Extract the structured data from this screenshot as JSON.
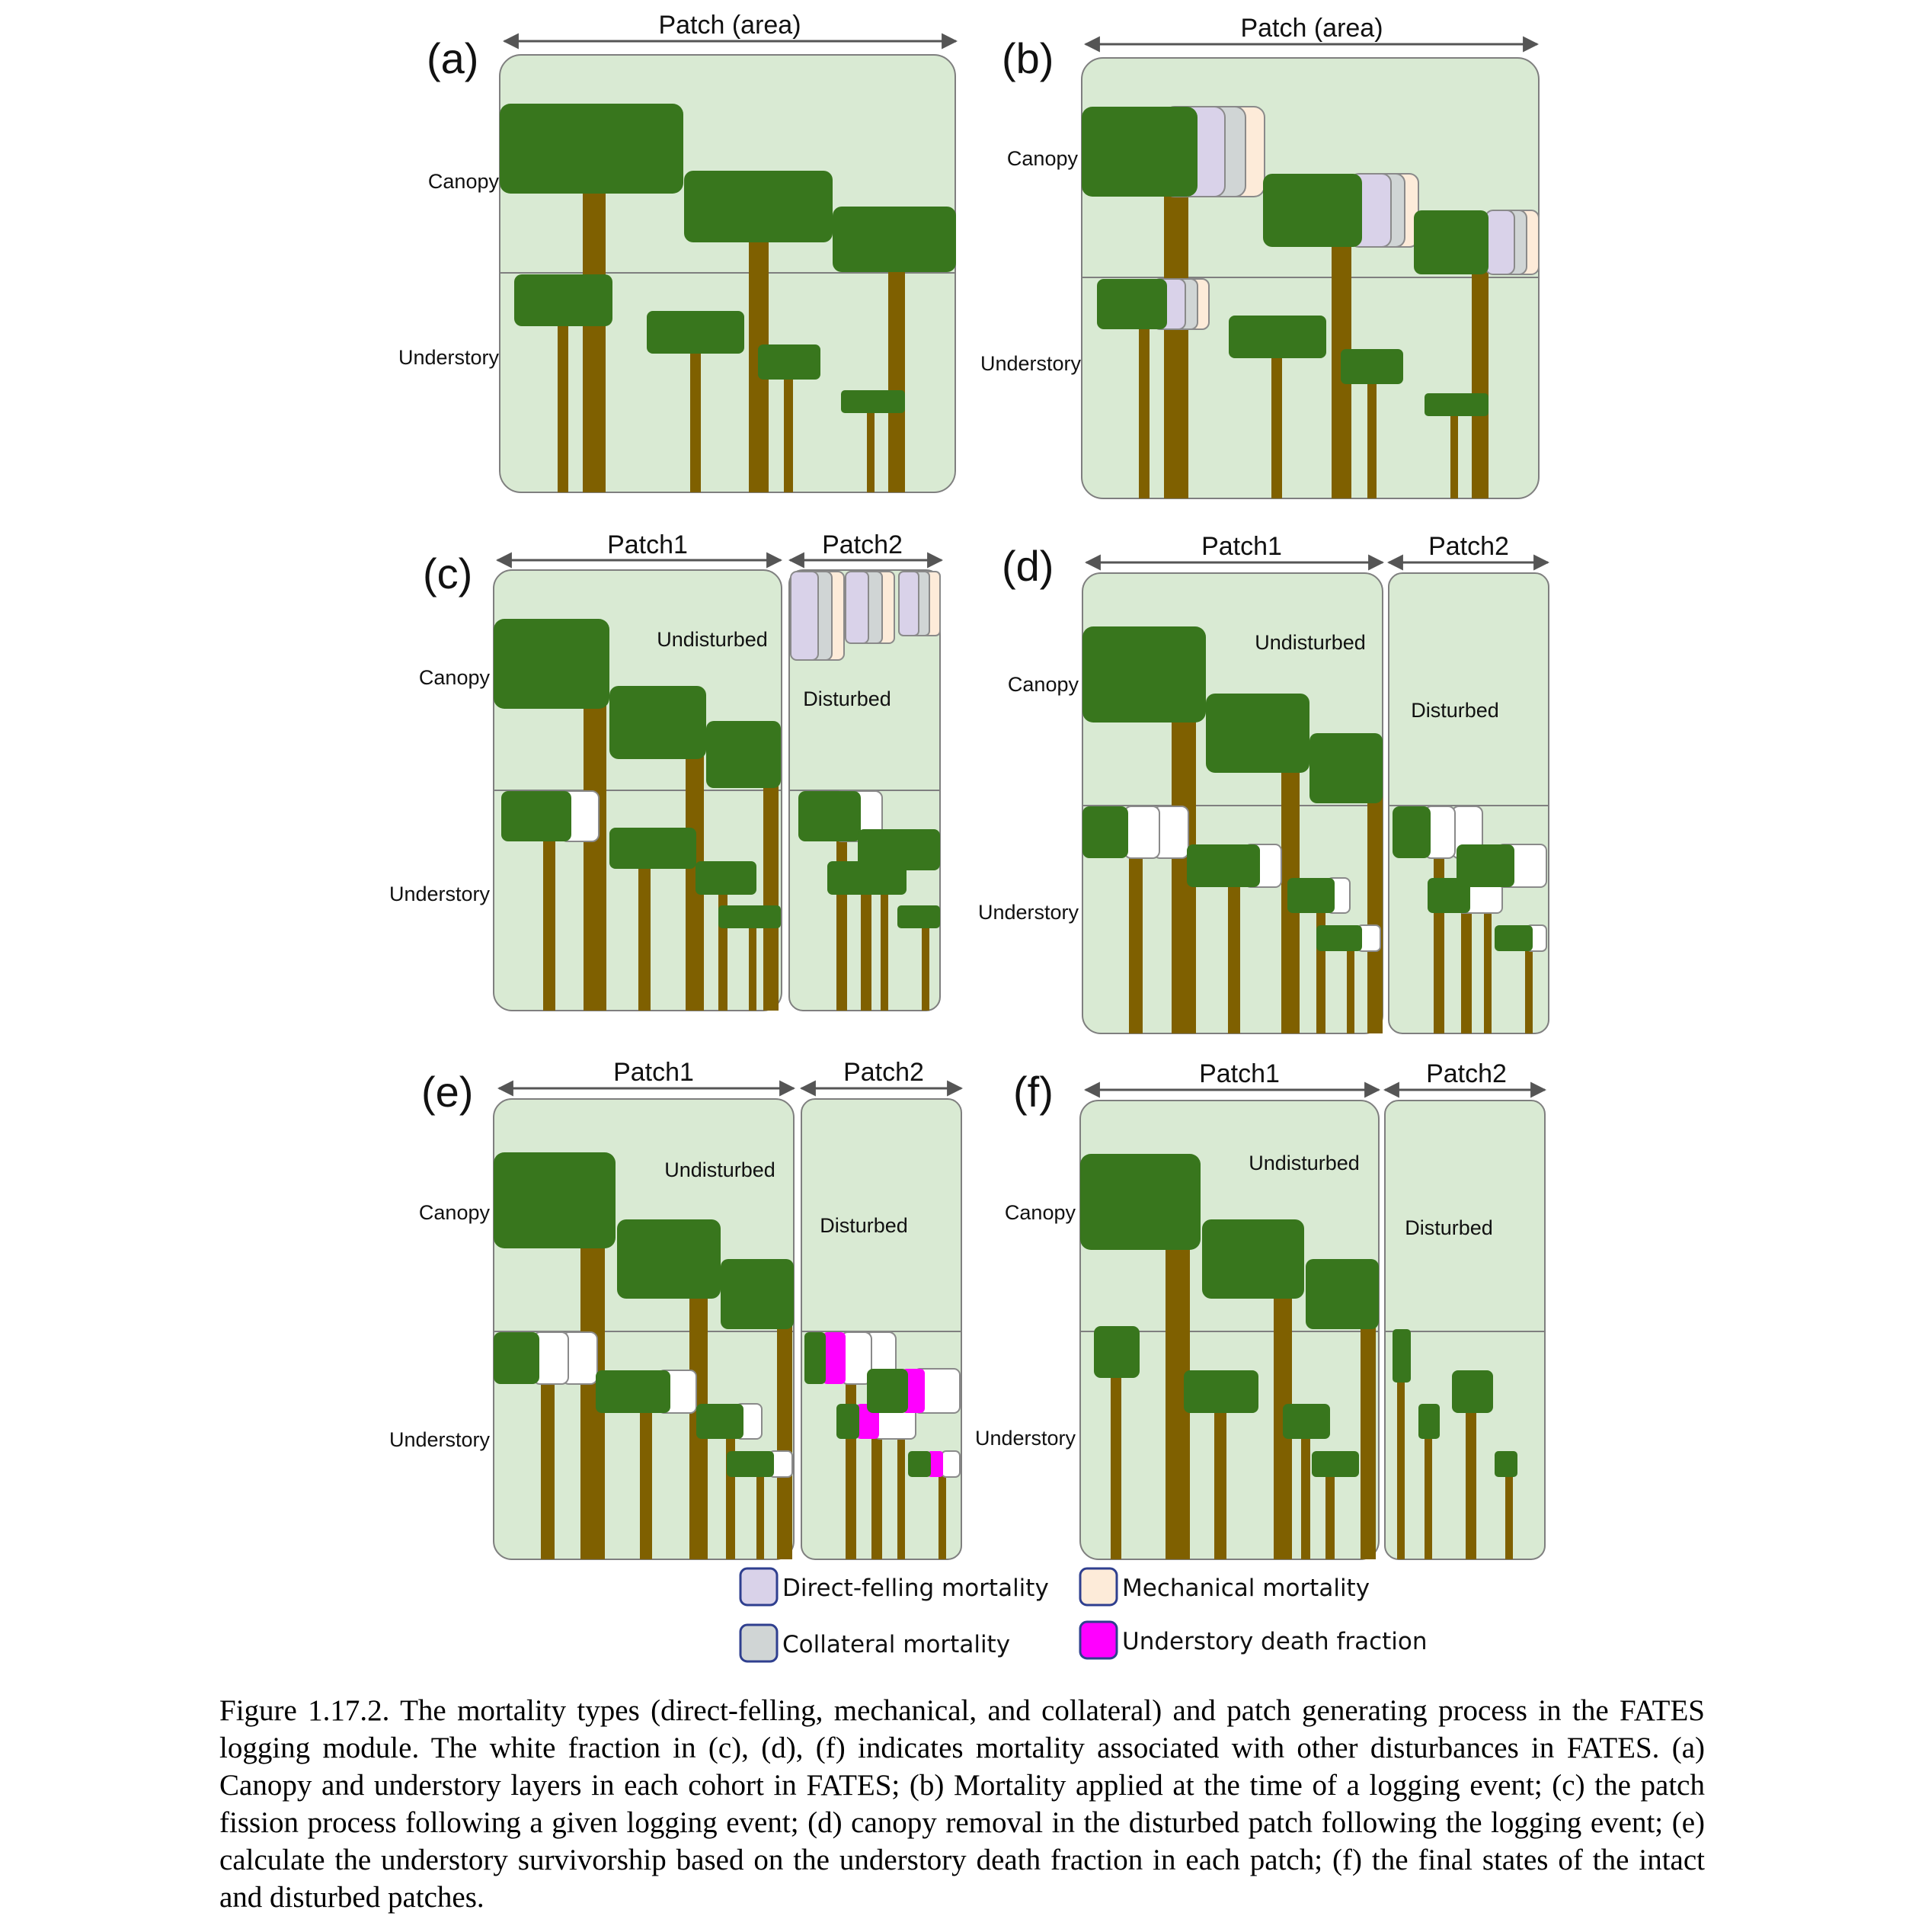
{
  "colors": {
    "patch_fill": "#d9ead3",
    "patch_stroke": "#7f7f7f",
    "canopy": "#38761d",
    "trunk": "#7f6000",
    "direct_felling": "#d9d2e9",
    "collateral": "#d0d5d5",
    "mechanical": "#fdebd9",
    "other_disturbance": "#ffffff",
    "understory_death": "#ff00ff",
    "legend_border": "#2f3f8f"
  },
  "panels": {
    "a": {
      "letter": "(a)",
      "header": "Patch (area)",
      "canopy_label": "Canopy",
      "understory_label": "Understory"
    },
    "b": {
      "letter": "(b)",
      "header": "Patch (area)",
      "canopy_label": "Canopy",
      "understory_label": "Understory"
    },
    "c": {
      "letter": "(c)",
      "header1": "Patch1",
      "header2": "Patch2",
      "undisturbed": "Undisturbed",
      "disturbed": "Disturbed",
      "canopy_label": "Canopy",
      "understory_label": "Understory"
    },
    "d": {
      "letter": "(d)",
      "header1": "Patch1",
      "header2": "Patch2",
      "undisturbed": "Undisturbed",
      "disturbed": "Disturbed",
      "canopy_label": "Canopy",
      "understory_label": "Understory"
    },
    "e": {
      "letter": "(e)",
      "header1": "Patch1",
      "header2": "Patch2",
      "undisturbed": "Undisturbed",
      "disturbed": "Disturbed",
      "canopy_label": "Canopy",
      "understory_label": "Understory"
    },
    "f": {
      "letter": "(f)",
      "header1": "Patch1",
      "header2": "Patch2",
      "undisturbed": "Undisturbed",
      "disturbed": "Disturbed",
      "canopy_label": "Canopy",
      "understory_label": "Understory"
    }
  },
  "legend": {
    "direct_felling": "Direct-felling mortality",
    "collateral": "Collateral mortality",
    "mechanical": "Mechanical mortality",
    "understory_death": "Understory death fraction"
  },
  "caption": "Figure 1.17.2. The mortality types (direct-felling, mechanical, and collateral) and patch generating process in the FATES logging module. The white fraction in (c), (d), (f) indicates mortality associated with other disturbances in FATES. (a) Canopy and understory layers in each cohort in FATES; (b) Mortality applied at the time of a logging event; (c) the patch fission process following a given logging event; (d) canopy removal in the disturbed patch following the logging event; (e) calculate the understory survivorship based on the understory death fraction in each patch; (f) the final states of the intact and disturbed patches."
}
